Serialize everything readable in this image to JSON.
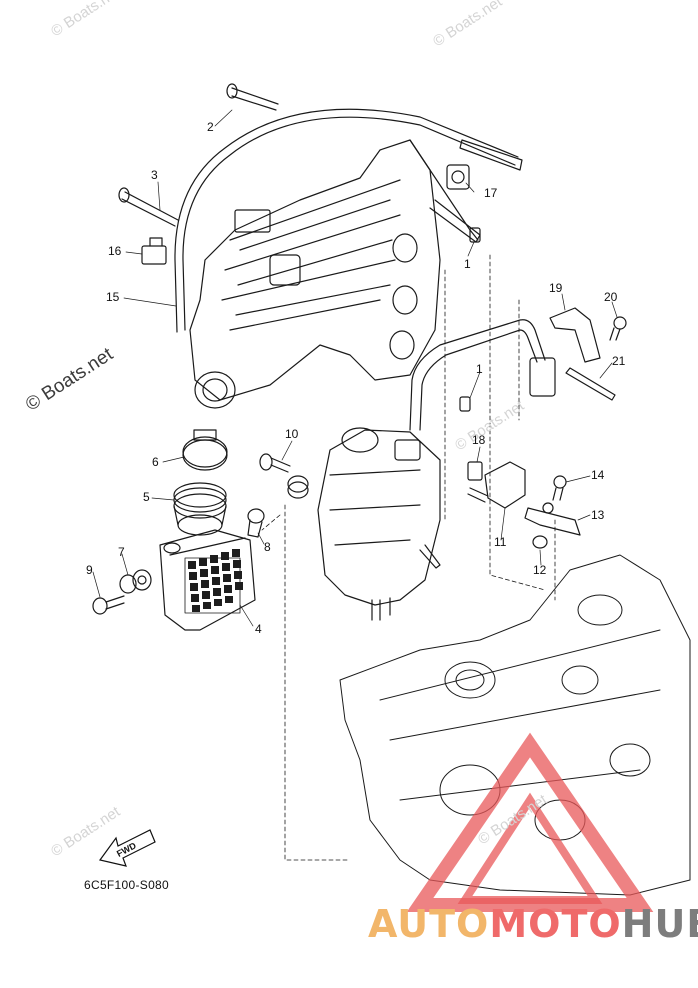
{
  "diagram": {
    "part_code": "6C5F100-S080",
    "fwd_label": "FWD",
    "callouts": [
      "1",
      "1",
      "2",
      "3",
      "4",
      "5",
      "6",
      "7",
      "8",
      "9",
      "10",
      "11",
      "12",
      "13",
      "14",
      "15",
      "16",
      "17",
      "18",
      "19",
      "20",
      "21"
    ]
  },
  "watermarks": {
    "small": "© Boats.net",
    "big": "© Boats.net"
  },
  "brand_logo": {
    "part1": "AUTO",
    "part2": "MOTO",
    "part3": "HUB",
    "colors": {
      "auto": "#f2b66a",
      "moto": "#ef6a6a",
      "hub": "#7d7d7d"
    }
  }
}
